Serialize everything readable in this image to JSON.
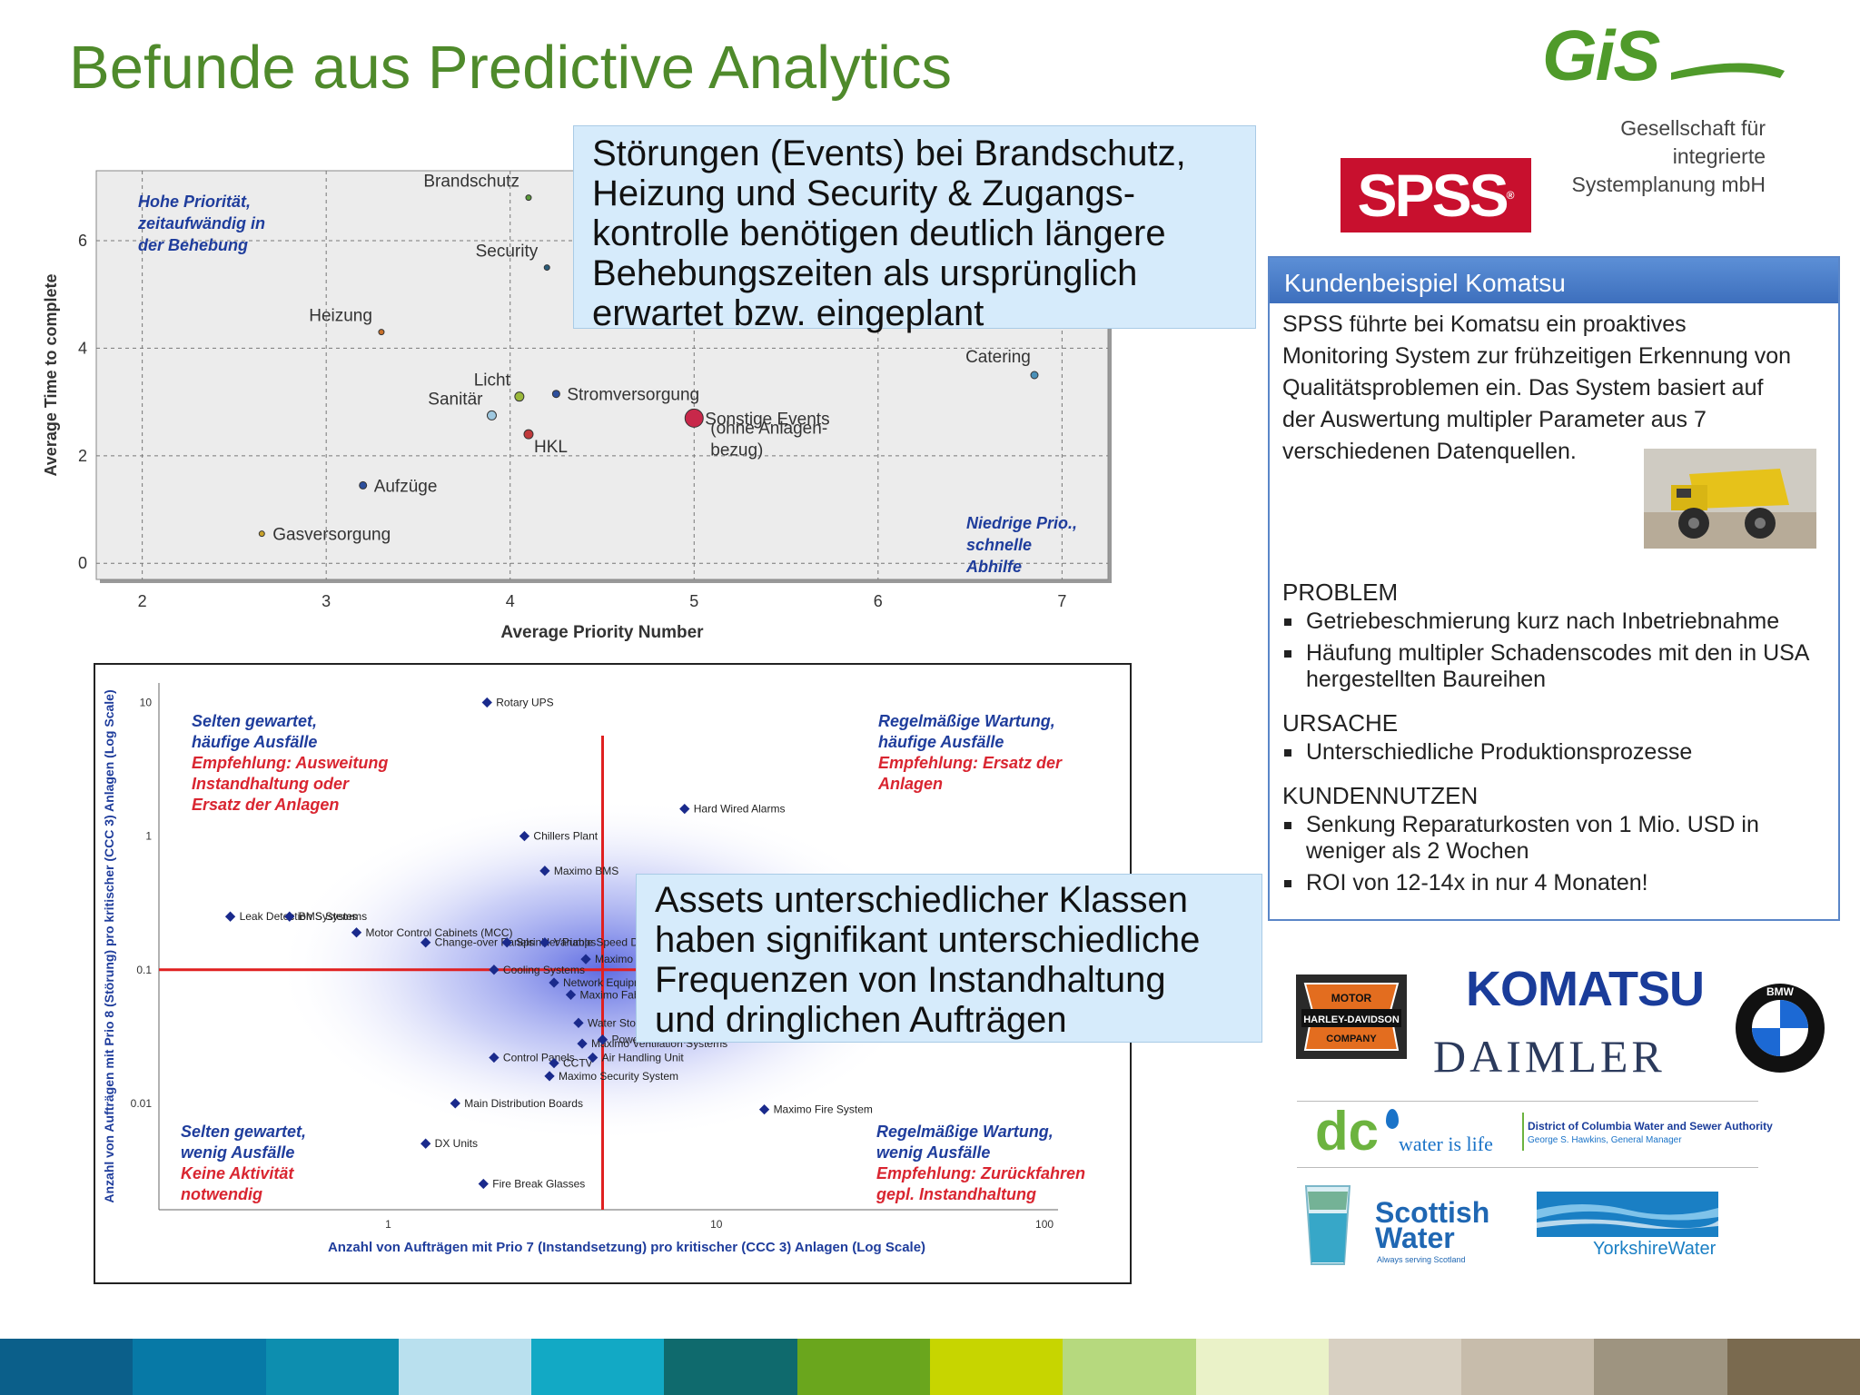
{
  "page": {
    "title": "Befunde aus Predictive Analytics",
    "company_logo_text": "GiS",
    "company_sub1": "Gesellschaft für integrierte",
    "company_sub2": "Systemplanung mbH",
    "spss_logo": "SPSS"
  },
  "callout1": {
    "lines": [
      "Störungen (Events) bei Brandschutz,",
      "Heizung und Security & Zugangs-",
      "kontrolle benötigen deutlich längere",
      "Behebungszeiten als ursprünglich",
      "erwartet bzw. eingeplant"
    ]
  },
  "callout2": {
    "lines": [
      "Assets unterschiedlicher Klassen",
      "haben signifikant unterschiedliche",
      "Frequenzen von Instandhaltung",
      "und dringlichen Aufträgen"
    ]
  },
  "panel": {
    "header": "Kundenbeispiel Komatsu",
    "intro": "SPSS führte bei Komatsu ein proaktives Monitoring System zur frühzeitigen Erkennung von Qualitätsproblemen ein. Das System basiert auf der Auswertung multipler Parameter aus 7 verschiedenen Datenquellen.",
    "sections": [
      {
        "head": "PROBLEM",
        "items": [
          "Getriebeschmierung kurz nach Inbetriebnahme",
          "Häufung multipler Schadenscodes mit den in USA hergestellten Baureihen"
        ]
      },
      {
        "head": "URSACHE",
        "items": [
          "Unterschiedliche Produktionsprozesse"
        ]
      },
      {
        "head": "KUNDENNUTZEN",
        "items": [
          "Senkung Reparaturkosten von 1 Mio. USD in weniger als 2 Wochen",
          "ROI von 12-14x in nur 4 Monaten!"
        ]
      }
    ]
  },
  "logos": {
    "harley": [
      "MOTOR",
      "HARLEY-DAVIDSON",
      "COMPANY"
    ],
    "komatsu": "KOMATSU",
    "daimler": "DAIMLER",
    "bmw": "BMW",
    "dc_main": "dc",
    "dc_tag": "water is life",
    "dc_name": "District of Columbia Water and Sewer Authority",
    "dc_gm": "George S. Hawkins, General Manager",
    "scottish1": "Scottish",
    "scottish2": "Water",
    "scottish_tag": "Always serving Scotland",
    "yorkshire": "YorkshireWater"
  },
  "colors": {
    "title_green": "#4f8a2b",
    "callout_bg": "#d6ebfb",
    "panel_blue": "#3d6fbd",
    "quad_blue": "#1f3d9c",
    "quad_red": "#d92530",
    "bottom_bar": [
      "#0b5f8a",
      "#0779a6",
      "#0d8eaf",
      "#b9e0ee",
      "#12a9c5",
      "#0f6a6d",
      "#6aa61d",
      "#c7d500",
      "#b6d97e",
      "#eaf2c8",
      "#d8d0c2",
      "#c7bcab",
      "#9e9480",
      "#7a6a4f"
    ]
  },
  "chart_data": [
    {
      "type": "scatter",
      "xlabel": "Average Priority Number",
      "ylabel": "Average Time to complete",
      "xlim": [
        1.75,
        7.25
      ],
      "ylim": [
        -0.3,
        7.3
      ],
      "xticks": [
        2,
        3,
        4,
        5,
        6,
        7
      ],
      "yticks": [
        0,
        2,
        4,
        6
      ],
      "grid": true,
      "quadrant_labels": [
        {
          "lines": [
            "Hohe Priorität,",
            "zeitaufwändig in",
            "der Behebung"
          ],
          "color": "#1f3d9c"
        },
        {
          "lines": [
            "Niedrige Prio.,",
            "schnelle",
            "Abhilfe"
          ],
          "color": "#1f3d9c"
        }
      ],
      "points": [
        {
          "label": "Brandschutz",
          "x": 4.1,
          "y": 6.8,
          "size": 3,
          "color": "#5a9a3a"
        },
        {
          "label": "Security",
          "x": 4.2,
          "y": 5.5,
          "size": 3,
          "color": "#2a5d7a"
        },
        {
          "label": "Heizung",
          "x": 3.3,
          "y": 4.3,
          "size": 3,
          "color": "#c9702a"
        },
        {
          "label": "Catering",
          "x": 6.85,
          "y": 3.5,
          "size": 4,
          "color": "#4a90b8"
        },
        {
          "label": "Licht",
          "x": 4.05,
          "y": 3.1,
          "size": 5,
          "color": "#9ab83a"
        },
        {
          "label": "Stromversorgung",
          "x": 4.25,
          "y": 3.15,
          "size": 4,
          "color": "#2d4f9c"
        },
        {
          "label": "Sanitär",
          "x": 3.9,
          "y": 2.75,
          "size": 5,
          "color": "#9ec8e0"
        },
        {
          "label": "HKL",
          "x": 4.1,
          "y": 2.4,
          "size": 5,
          "color": "#c0393b"
        },
        {
          "label": "Sonstige Events",
          "x": 5.0,
          "y": 2.7,
          "size": 10,
          "color": "#c8284a"
        },
        {
          "label": "Aufzüge",
          "x": 3.2,
          "y": 1.45,
          "size": 4,
          "color": "#2d4f9c"
        },
        {
          "label": "Gasversorgung",
          "x": 2.65,
          "y": 0.55,
          "size": 3,
          "color": "#c9a22a"
        }
      ],
      "extra_labels": [
        "(ohne Anlagen-",
        "bezug)"
      ]
    },
    {
      "type": "scatter",
      "xlabel": "Anzahl von Aufträgen mit Prio 7 (Instandsetzung) pro kritischer (CCC 3) Anlagen (Log Scale)",
      "ylabel": "Anzahl von Aufträgen mit Prio 8 (Störung) pro kritischer (CCC 3) Anlagen (Log Scale)",
      "log_x": true,
      "log_y": true,
      "xticks": [
        1,
        10,
        100
      ],
      "yticks": [
        0.01,
        0.1,
        1,
        10
      ],
      "quadrant_labels": [
        {
          "blue": [
            "Selten gewartet,",
            "häufige Ausfälle"
          ],
          "red": [
            "Empfehlung: Ausweitung",
            "Instandhaltung oder",
            "Ersatz der Anlagen"
          ]
        },
        {
          "blue": [
            "Regelmäßige Wartung,",
            "häufige Ausfälle"
          ],
          "red": [
            "Empfehlung: Ersatz der",
            "Anlagen"
          ]
        },
        {
          "blue": [
            "Selten gewartet,",
            "wenig Ausfälle"
          ],
          "red": [
            "Keine Aktivität",
            "notwendig"
          ]
        },
        {
          "blue": [
            "Regelmäßige Wartung,",
            "wenig Ausfälle"
          ],
          "red": [
            "Empfehlung: Zurückfahren",
            "gepl. Instandhaltung"
          ]
        }
      ],
      "points": [
        {
          "label": "Rotary UPS",
          "x": 2.0,
          "y": 10
        },
        {
          "label": "Hard Wired Alarms",
          "x": 8.0,
          "y": 1.6
        },
        {
          "label": "Chillers Plant",
          "x": 2.6,
          "y": 1.0
        },
        {
          "label": "Maximo BMS",
          "x": 3.0,
          "y": 0.55
        },
        {
          "label": "Leak Detection Systems",
          "x": 0.33,
          "y": 0.25
        },
        {
          "label": "BMS Systems",
          "x": 0.5,
          "y": 0.25
        },
        {
          "label": "Motor Control Cabinets (MCC)",
          "x": 0.8,
          "y": 0.19
        },
        {
          "label": "Change-over Panels",
          "x": 1.3,
          "y": 0.16
        },
        {
          "label": "Sprinkler Pumps",
          "x": 2.3,
          "y": 0.16
        },
        {
          "label": "Variable Speed Drives",
          "x": 3.0,
          "y": 0.16
        },
        {
          "label": "Maximo Cooling Systems",
          "x": 4.0,
          "y": 0.12
        },
        {
          "label": "Cooling Systems",
          "x": 2.1,
          "y": 0.1
        },
        {
          "label": "Network Equipment",
          "x": 3.2,
          "y": 0.08
        },
        {
          "label": "Maximo Fabric System",
          "x": 3.6,
          "y": 0.065
        },
        {
          "label": "Water Storage Tanks",
          "x": 3.8,
          "y": 0.04
        },
        {
          "label": "Maximo Ventilation Systems",
          "x": 3.9,
          "y": 0.028
        },
        {
          "label": "Power Distribution Units",
          "x": 4.5,
          "y": 0.03
        },
        {
          "label": "Control Panels",
          "x": 2.1,
          "y": 0.022
        },
        {
          "label": "CCTV",
          "x": 3.2,
          "y": 0.02
        },
        {
          "label": "Air Handling Unit",
          "x": 4.2,
          "y": 0.022
        },
        {
          "label": "Maximo Security System",
          "x": 3.1,
          "y": 0.016
        },
        {
          "label": "Main Distribution Boards",
          "x": 1.6,
          "y": 0.01
        },
        {
          "label": "Maximo Fire System",
          "x": 14,
          "y": 0.009
        },
        {
          "label": "DX Units",
          "x": 1.3,
          "y": 0.005
        },
        {
          "label": "Fire Break Glasses",
          "x": 1.95,
          "y": 0.0025
        }
      ],
      "crosshair": {
        "x": 4.5,
        "y": 0.1
      }
    }
  ]
}
